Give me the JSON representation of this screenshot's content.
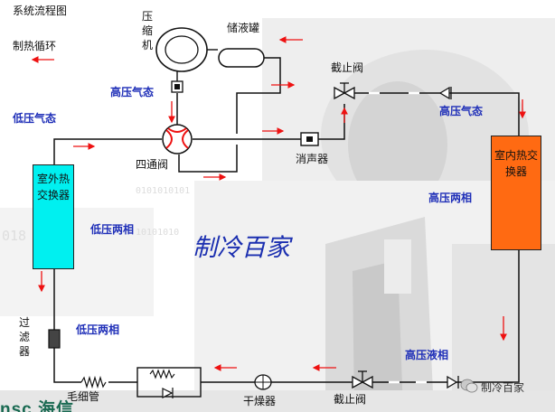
{
  "diagram": {
    "title": "系统流程图",
    "cycle_label": "制热循环",
    "watermark": "制冷百家",
    "wechat_label": "制冷百家",
    "brand_text": "nsc 海信",
    "colors": {
      "outdoor_exchanger": "#00f0f0",
      "indoor_exchanger": "#ff6a12",
      "arrow": "#ee1111",
      "state_label": "#1f2fb8",
      "pipe": "#111111"
    },
    "components": {
      "compressor": "压缩机",
      "accumulator": "储液罐",
      "four_way_valve": "四通阀",
      "muffler": "消声器",
      "stop_valve_top": "截止阀",
      "stop_valve_bottom": "截止阀",
      "outdoor_exchanger": "室外热交换器",
      "indoor_exchanger": "室内热交换器",
      "filter": "过滤器",
      "capillary": "毛细管",
      "dryer": "干燥器"
    },
    "states": {
      "hp_gas_left": "高压气态",
      "lp_gas": "低压气态",
      "hp_gas_right": "高压气态",
      "hp_two_phase": "高压两相",
      "lp_two_phase_top": "低压两相",
      "lp_two_phase_bottom": "低压两相",
      "hp_liquid": "高压液相"
    }
  }
}
